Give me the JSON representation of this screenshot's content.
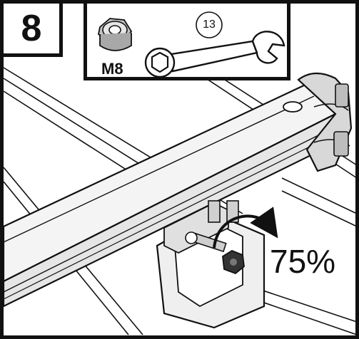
{
  "step": {
    "number": "8"
  },
  "parts": {
    "nut": {
      "label": "M8",
      "icon": "nylock-nut-icon"
    },
    "wrench": {
      "size": "13",
      "icon": "combination-wrench-icon"
    }
  },
  "instruction": {
    "torque": "75%",
    "icon": "clockwise-rotation-arrow-icon"
  },
  "colors": {
    "line": "#111111",
    "background": "#ffffff",
    "shade": "#e9e9e9"
  }
}
